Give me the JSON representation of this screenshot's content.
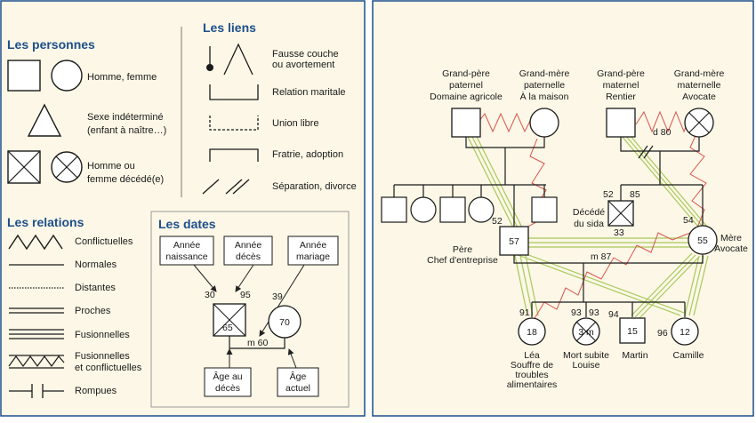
{
  "colors": {
    "panel_bg": "#fcf7e6",
    "panel_border": "#1d4f8c",
    "heading": "#1d4f8c",
    "conflict": "#d9544f",
    "fusion": "#a7c95d"
  },
  "legend": {
    "personnes": {
      "title": "Les personnes",
      "homme_femme": "Homme, femme",
      "indetermine_1": "Sexe indéterminé",
      "indetermine_2": "(enfant à naître…)",
      "decede_1": "Homme ou",
      "decede_2": "femme décédé(e)"
    },
    "liens": {
      "title": "Les liens",
      "fausse_1": "Fausse couche",
      "fausse_2": "ou avortement",
      "maritale": "Relation maritale",
      "union": "Union libre",
      "fratrie": "Fratrie, adoption",
      "separation": "Séparation, divorce"
    },
    "relations": {
      "title": "Les relations",
      "conflictuelles": "Conflictuelles",
      "normales": "Normales",
      "distantes": "Distantes",
      "proches": "Proches",
      "fusionnelles": "Fusionnelles",
      "fus_conf_1": "Fusionnelles",
      "fus_conf_2": "et conflictuelles",
      "rompues": "Rompues"
    },
    "dates": {
      "title": "Les dates",
      "annee_naissance_1": "Année",
      "annee_naissance_2": "naissance",
      "annee_deces_1": "Année",
      "annee_deces_2": "décès",
      "annee_mariage_1": "Année",
      "annee_mariage_2": "mariage",
      "age_deces_1": "Âge au",
      "age_deces_2": "décès",
      "age_actuel_1": "Âge",
      "age_actuel_2": "actuel",
      "val_30": "30",
      "val_95": "95",
      "val_39": "39",
      "val_65": "65",
      "val_70": "70",
      "val_m60": "m 60"
    }
  },
  "genogram": {
    "gpp_1": "Grand-père",
    "gpp_2": "paternel",
    "gpp_3": "Domaine agricole",
    "gmp_1": "Grand-mère",
    "gmp_2": "paternelle",
    "gmp_3": "À la maison",
    "gpm_1": "Grand-père",
    "gpm_2": "maternel",
    "gpm_3": "Rentier",
    "gmm_1": "Grand-mère",
    "gmm_2": "maternelle",
    "gmm_3": "Avocate",
    "d80": "d 80",
    "uncle_birth": "52",
    "uncle_death": "85",
    "uncle_age": "33",
    "uncle_1": "Décédé",
    "uncle_2": "du sida",
    "pere_birth": "52",
    "pere_age": "57",
    "pere_1": "Père",
    "pere_2": "Chef d'entreprise",
    "mere_birth": "54",
    "mere_age": "55",
    "mere_1": "Mère",
    "mere_2": "Avocate",
    "mariage": "m 87",
    "lea_birth": "91",
    "lea_age": "18",
    "lea_1": "Léa",
    "lea_2": "Souffre de",
    "lea_3": "troubles",
    "lea_4": "alimentaires",
    "louise_birth": "93",
    "louise_death": "93",
    "louise_age": "3 m",
    "louise_1": "Mort subite",
    "louise_2": "Louise",
    "martin_birth": "94",
    "martin_age": "15",
    "martin_1": "Martin",
    "camille_birth": "96",
    "camille_age": "12",
    "camille_1": "Camille"
  }
}
